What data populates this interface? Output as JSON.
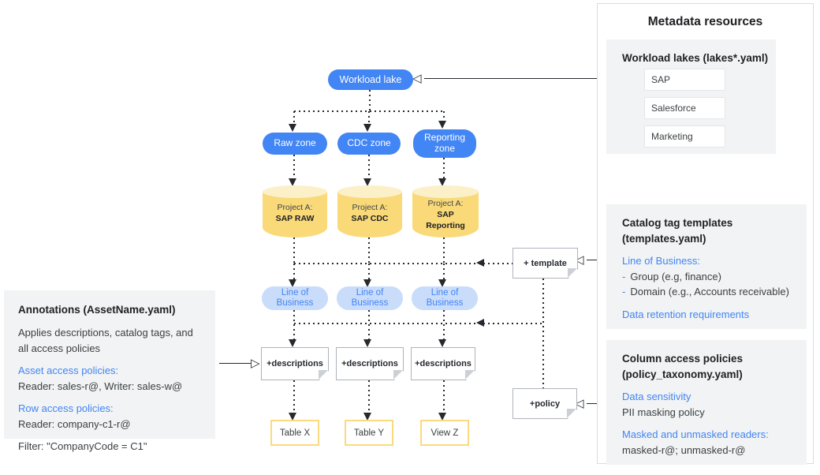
{
  "diagram": {
    "lake_label": "Workload lake",
    "zones": [
      "Raw zone",
      "CDC zone",
      "Reporting zone"
    ],
    "project_prefix": "Project A:",
    "projects": [
      "SAP RAW",
      "SAP CDC",
      "SAP Reporting"
    ],
    "lob": {
      "line1": "Line of",
      "line2": "Business"
    },
    "template_label": "+ template",
    "descriptions_label": "+descriptions",
    "policy_label": "+policy",
    "tables": [
      "Table X",
      "Table Y",
      "View Z"
    ],
    "open_arrow_left": "◁",
    "open_arrow_right": "▷"
  },
  "annotations_box": {
    "title": "Annotations (AssetName.yaml)",
    "body": "Applies descriptions, catalog tags, and all access policies",
    "asset_heading": "Asset access policies:",
    "asset_body": "Reader: sales-r@, Writer: sales-w@",
    "row_heading": "Row access policies:",
    "row_body": "Reader: company-c1-r@",
    "filter": "Filter: \"CompanyCode = C1\""
  },
  "metadata_panel": {
    "title": "Metadata resources",
    "workload_lakes": {
      "heading": "Workload lakes (lakes*.yaml)",
      "items": [
        "SAP",
        "Salesforce",
        "Marketing"
      ]
    },
    "catalog": {
      "heading_line1": "Catalog tag templates",
      "heading_line2": "(templates.yaml)",
      "lob_heading": "Line of Business:",
      "bullet": "-",
      "items": [
        "Group (e.g, finance)",
        "Domain (e.g., Accounts receivable)"
      ],
      "retention": "Data retention requirements"
    },
    "column_policies": {
      "heading_line1": "Column access policies",
      "heading_line2": "(policy_taxonomy.yaml)",
      "sensitivity_heading": "Data sensitivity",
      "sensitivity_body": "PII masking policy",
      "readers_heading": "Masked and unmasked readers:",
      "readers_body": "masked-r@; unmasked-r@"
    }
  },
  "colors": {
    "accent_blue": "#4285F4",
    "light_blue_pill": "#C9DCFA",
    "cylinder_yellow": "#F9D978",
    "table_border_yellow": "#FBD97F",
    "section_grey": "#F1F3F4"
  }
}
